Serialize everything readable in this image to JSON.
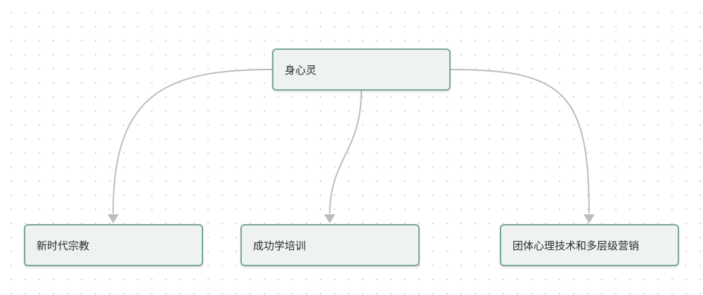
{
  "diagram": {
    "root": {
      "label": "身心灵"
    },
    "children": [
      {
        "label": "新时代宗教"
      },
      {
        "label": "成功学培训"
      },
      {
        "label": "团体心理技术和多层级营销"
      }
    ]
  },
  "colors": {
    "background": "#ffffff",
    "grid_dot": "#d4d4d4",
    "node_fill": "#eef3f0",
    "node_border": "#7ba696",
    "edge": "#bdbdbd",
    "text": "#2b2b2b"
  }
}
